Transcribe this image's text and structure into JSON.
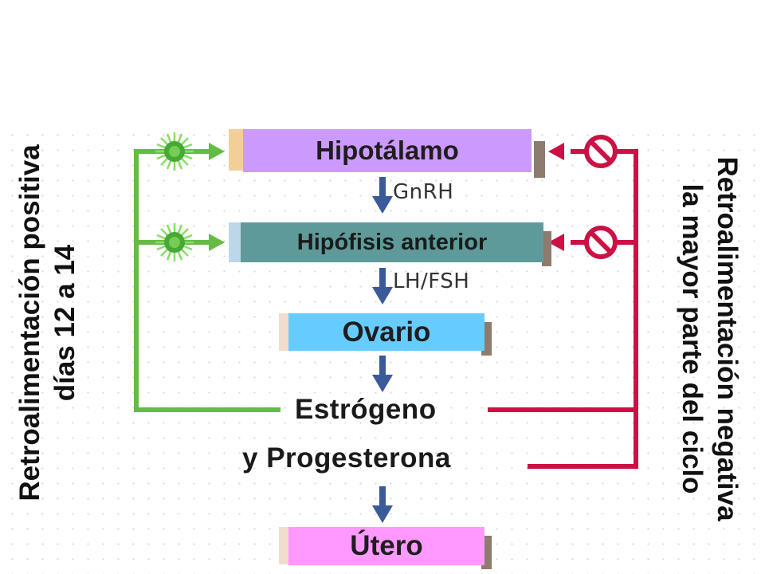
{
  "boxes": {
    "hipotalamo": "Hipotálamo",
    "hipofisis": "Hipófisis anterior",
    "ovario": "Ovario",
    "utero": "Útero"
  },
  "hormones": {
    "gnrh": "GnRH",
    "lh_fsh": "LH/FSH",
    "estrogeno": "Estrógeno",
    "progesterona": "y Progesterona"
  },
  "feedback": {
    "positive_line1": "Retroalimentación positiva",
    "positive_line2": "días 12 a 14",
    "negative_line1": "Retroalimentación negativa",
    "negative_line2": "la mayor parte del ciclo"
  },
  "colors": {
    "hipotalamo": "#cc99ff",
    "hipofisis": "#5f9a9a",
    "ovario": "#66ccff",
    "utero": "#ff99ff",
    "positive": "#66bb44",
    "negative": "#cc1144",
    "arrow": "#3a5a9a"
  },
  "icons": {
    "stimulate": "starburst-icon",
    "inhibit": "prohibited-icon"
  }
}
